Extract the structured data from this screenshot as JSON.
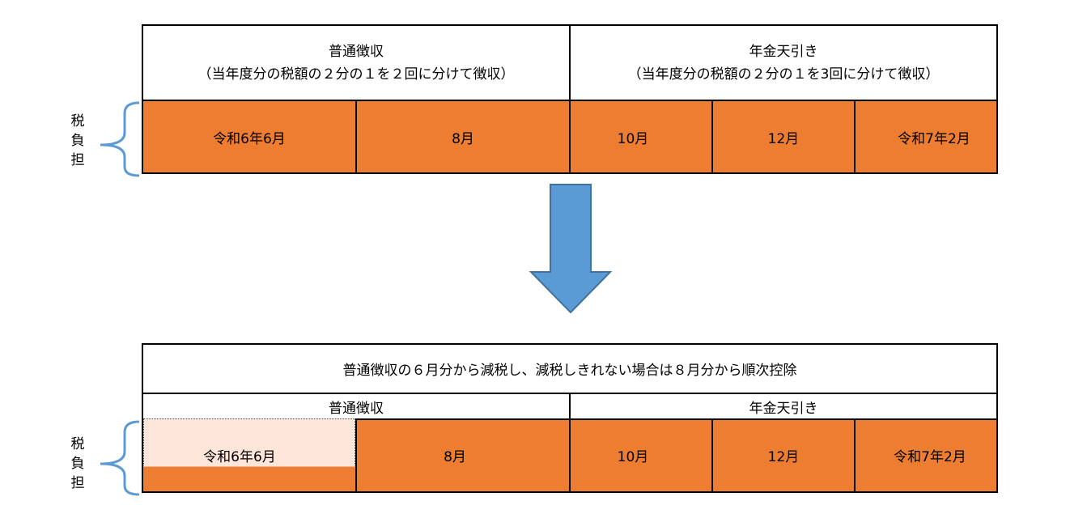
{
  "colors": {
    "tax_cell": "#ed7d31",
    "reduced_cell": "#fde6d9",
    "arrow": "#5b9bd5",
    "brace": "#5b9bd5",
    "border": "#000000"
  },
  "top": {
    "header_left": {
      "title": "普通徴収",
      "subtitle": "（当年度分の税額の２分の１を２回に分けて徴収）"
    },
    "header_right": {
      "title": "年金天引き",
      "subtitle": "（当年度分の税額の２分の１を3回に分けて徴収）"
    },
    "side_label": [
      "税",
      "負",
      "担"
    ],
    "cells": [
      "令和6年6月",
      "8月",
      "10月",
      "12月",
      "令和7年2月"
    ]
  },
  "arrow": {
    "icon": "down-arrow-icon"
  },
  "bottom": {
    "banner": "普通徴収の６月分から減税し、減税しきれない場合は８月分から順次控除",
    "subheader_left": "普通徴収",
    "subheader_right": "年金天引き",
    "side_label": [
      "税",
      "負",
      "担"
    ],
    "cells": [
      "令和6年6月",
      "8月",
      "10月",
      "12月",
      "令和7年2月"
    ]
  }
}
